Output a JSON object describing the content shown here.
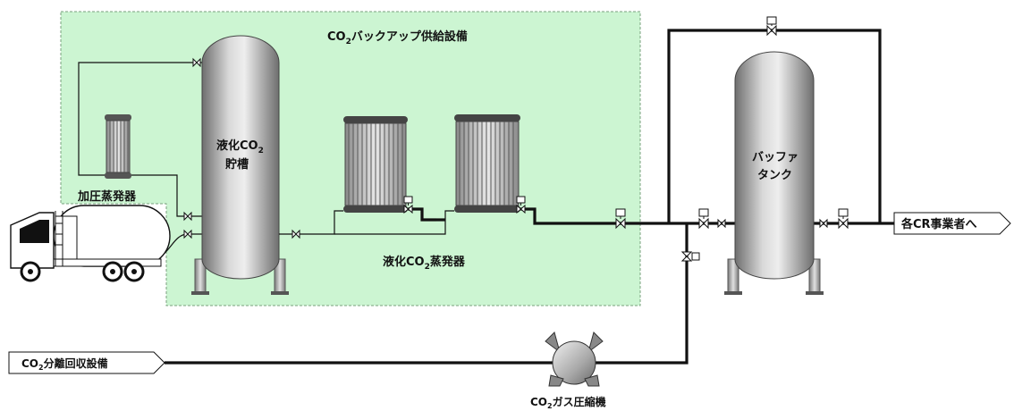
{
  "labels": {
    "backup_title_pre": "CO",
    "backup_title_sub": "2",
    "backup_title_post": "バックアップ供給設備",
    "storage_tank_line1_pre": "液化CO",
    "storage_tank_line1_sub": "2",
    "storage_tank_line2": "貯槽",
    "pressurizing_evaporator": "加圧蒸発器",
    "liquefied_evaporator_pre": "液化CO",
    "liquefied_evaporator_sub": "2",
    "liquefied_evaporator_post": "蒸発器",
    "buffer_tank_line1": "バッファ",
    "buffer_tank_line2": "タンク",
    "destination": "各CR事業者へ",
    "source_pre": "CO",
    "source_sub": "2",
    "source_post": "分離回収設備",
    "compressor_pre": "CO",
    "compressor_sub": "2",
    "compressor_post": "ガス圧縮機"
  },
  "colors": {
    "backup_area_fill": "#ccf5d2",
    "backup_area_border": "#7aa07e",
    "pipe": "#111111",
    "vessel_mid": "#cfcfcf",
    "vessel_dark": "#7a7a7a"
  }
}
